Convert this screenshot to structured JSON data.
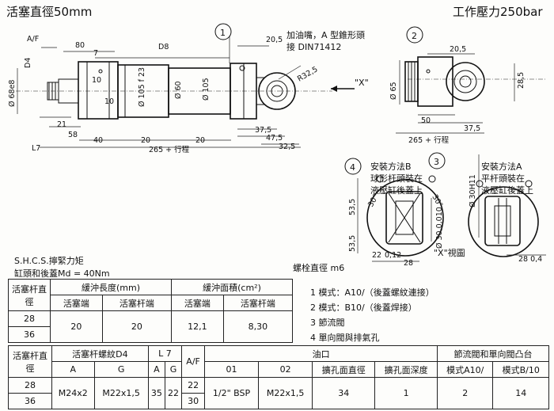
{
  "header": {
    "title_left": "活塞直徑50mm",
    "title_right": "工作壓力250bar"
  },
  "callouts": {
    "one": "1",
    "two": "2",
    "three": "3",
    "four": "4"
  },
  "labels": {
    "af": "A/F",
    "d4": "D4",
    "d8": "D8",
    "l7": "L7",
    "x_view_arrow": "\"X\"",
    "oil_note_1": "加油嘴，A 型錐形頭",
    "oil_note_2": "接 DIN71412",
    "r325": "R32,5",
    "view_x": "\"X\"視圖",
    "bolt": "螺栓直徑 m6",
    "mount_b_1": "安裝方法B",
    "mount_b_2": "球形杆頭裝在",
    "mount_b_3": "液壓缸後蓋上",
    "mount_a_1": "安裝方法A",
    "mount_a_2": "平杆頭裝在",
    "mount_a_3": "液壓缸後蓋上"
  },
  "dims": {
    "d80": "80",
    "d7": "7",
    "d20_5a": "20,5",
    "d68e8": "Ø 68e8",
    "d105f": "Ø 105 f 23",
    "d60": "Ø 60",
    "d105": "Ø 105",
    "d10a": "10",
    "d10b": "10",
    "d21": "21",
    "d58": "58",
    "d40": "40",
    "d20a": "20",
    "d20b": "20",
    "d265a": "265 + 行程",
    "d37_5a": "37,5",
    "d47_5": "47,5",
    "d32_5": "32,5",
    "d20_5b": "20,5",
    "d65": "Ø 65",
    "d28_5": "28,5",
    "d50": "50",
    "d37_5b": "37,5",
    "d265b": "265 + 行程",
    "d53_5a": "53,5",
    "d53_5b": "53,5",
    "d30a": "30°",
    "d30b": "30°",
    "d22": "22",
    "d0_12": "0,12",
    "d28": "28",
    "d30_010": "Ø 30,0,010",
    "d30h11": "Ø 30H11",
    "d28_04": "28 0,4"
  },
  "torque": {
    "line1": "S.H.C.S.擰緊力矩",
    "line2": "缸頭和後蓋Md = 40Nm"
  },
  "table1": {
    "h_rod": "活塞杆直徑",
    "h_len": "緩沖長度(mm)",
    "h_area": "緩沖面積(cm²)",
    "sub": [
      "活塞端",
      "活塞杆端",
      "活塞端",
      "活塞杆端"
    ],
    "rows": [
      [
        "28",
        "20",
        "20",
        "12,1",
        "8,30"
      ],
      [
        "36",
        "",
        "",
        "",
        ""
      ]
    ]
  },
  "notes": [
    "1  模式：A10/（後蓋螺紋連接）",
    "2  模式：B10/（後蓋焊接）",
    "3  節流閥",
    "4  單向閥與排氣孔"
  ],
  "table2": {
    "h_rod": "活塞杆直徑",
    "h_thread": "活塞杆螺紋D4",
    "h_l7": "L 7",
    "h_af": "A/F",
    "h_port": "油口",
    "h_throttle": "節流閥和單向閥凸台",
    "sub": [
      "A",
      "G",
      "A",
      "G",
      "01",
      "02",
      "擴孔面直徑",
      "擴孔面深度",
      "模式A10/",
      "模式B/10"
    ],
    "rows": [
      {
        "rod": "28",
        "a": "M24x2",
        "g": "M22x1,5",
        "l7a": "35",
        "l7g": "22",
        "af": "22",
        "p01": "1/2\" BSP",
        "p02": "M22x1,5",
        "dia": "34",
        "depth": "1",
        "a10": "2",
        "b10": "14"
      },
      {
        "rod": "36",
        "af": "30"
      }
    ]
  }
}
